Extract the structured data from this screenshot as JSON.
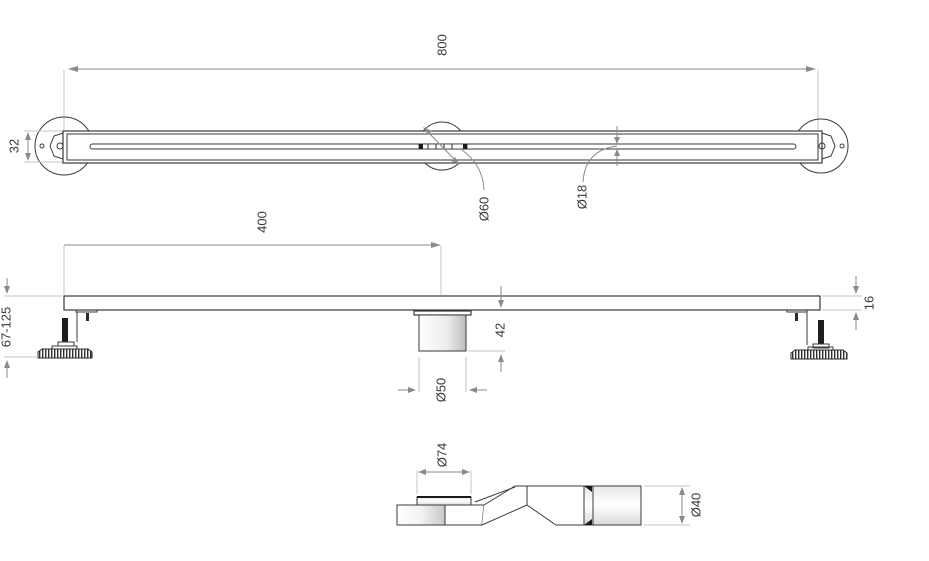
{
  "drawing": {
    "title": "Linear shower drain dimensional drawing",
    "units": "mm",
    "colors": {
      "line": "#3a3a3a",
      "dimension": "#8a8a8a",
      "extension": "#c4c4c4",
      "background": "#ffffff"
    },
    "top_view": {
      "overall_length": "800",
      "channel_width": "32",
      "outlet_flange_diameter": "Ø60",
      "slot_width": "Ø18"
    },
    "side_view": {
      "outlet_position": "400",
      "leveling_foot_height": "67-125",
      "channel_height": "16",
      "outlet_depth": "42",
      "outlet_diameter": "Ø50"
    },
    "trap_view": {
      "trap_top_diameter": "Ø74",
      "trap_outlet_diameter": "Ø40"
    }
  }
}
